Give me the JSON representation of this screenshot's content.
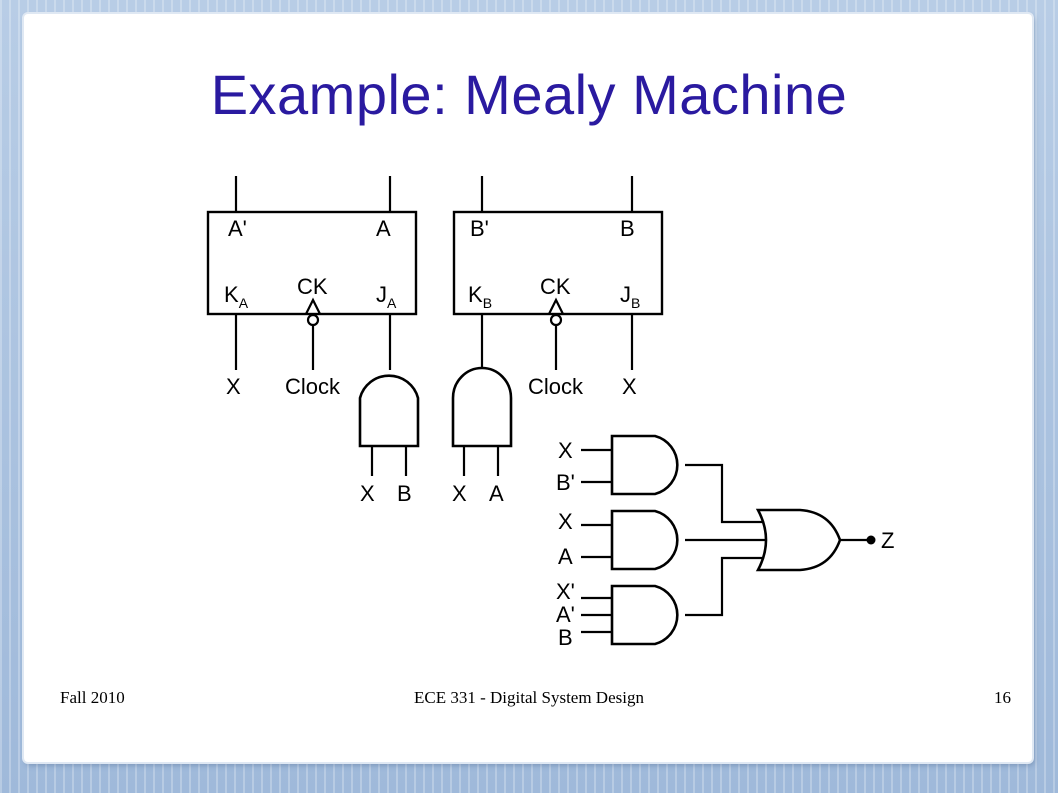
{
  "slide": {
    "title": "Example: Mealy Machine",
    "footer_left": "Fall 2010",
    "footer_center": "ECE 331 - Digital System Design",
    "footer_right": "16"
  },
  "diagram": {
    "flipflop_a": {
      "q_bar": "A'",
      "q": "A",
      "k": "K",
      "k_sub": "A",
      "ck": "CK",
      "j": "J",
      "j_sub": "A"
    },
    "flipflop_b": {
      "q_bar": "B'",
      "q": "B",
      "k": "K",
      "k_sub": "B",
      "ck": "CK",
      "j": "J",
      "j_sub": "B"
    },
    "ff_a_inputs": {
      "k_in": "X",
      "clock": "Clock"
    },
    "ff_b_inputs": {
      "clock": "Clock",
      "j_in": "X"
    },
    "and_ja_inputs": [
      "X",
      "B"
    ],
    "and_kb_inputs": [
      "X",
      "A"
    ],
    "and1_inputs": [
      "X",
      "B'"
    ],
    "and2_inputs": [
      "X",
      "A"
    ],
    "and3_inputs": [
      "X'",
      "A'",
      "B"
    ],
    "output": "Z"
  }
}
